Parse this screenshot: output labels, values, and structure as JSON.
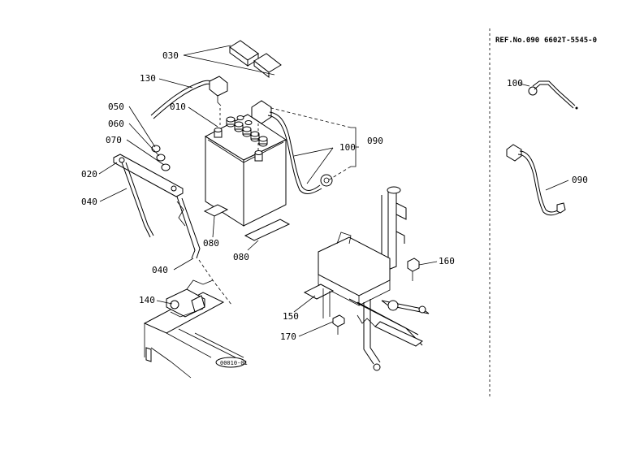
{
  "reference": {
    "label": "REF.No.090",
    "number": "6602T-5545-0"
  },
  "stamp": "00010-01",
  "callouts": {
    "c030": "030",
    "c130": "130",
    "c010": "010",
    "c050": "050",
    "c060": "060",
    "c070": "070",
    "c020": "020",
    "c040a": "040",
    "c040b": "040",
    "c080a": "080",
    "c080b": "080",
    "c100": "100",
    "c090": "090",
    "c140": "140",
    "c150": "150",
    "c160": "160",
    "c170": "170",
    "r100": "100",
    "r090": "090"
  }
}
